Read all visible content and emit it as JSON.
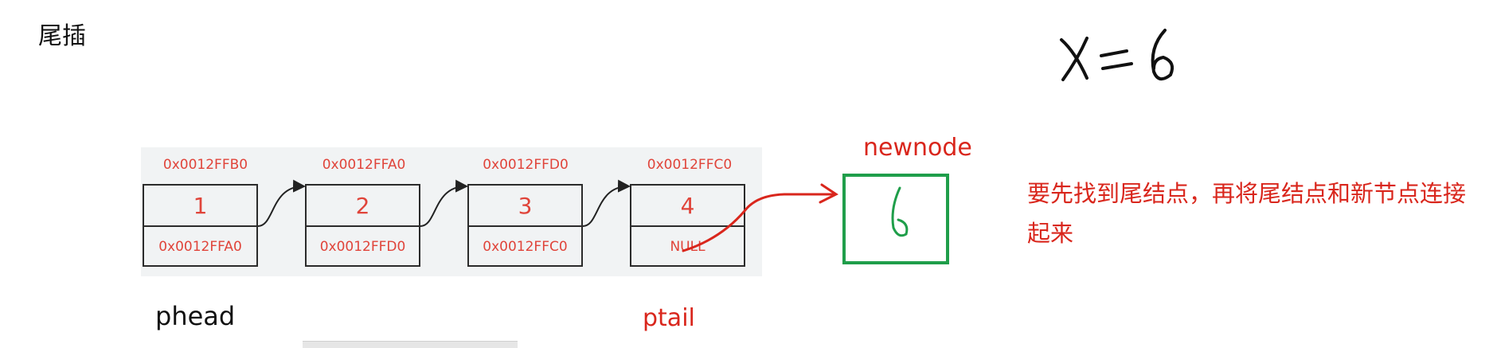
{
  "heading": "尾插",
  "handwritten_assign": "X = 6",
  "nodes": [
    {
      "address": "0x0012FFB0",
      "value": "1",
      "next": "0x0012FFA0"
    },
    {
      "address": "0x0012FFA0",
      "value": "2",
      "next": "0x0012FFD0"
    },
    {
      "address": "0x0012FFD0",
      "value": "3",
      "next": "0x0012FFC0"
    },
    {
      "address": "0x0012FFC0",
      "value": "4",
      "next": "NULL"
    }
  ],
  "labels": {
    "phead": "phead",
    "ptail": "ptail",
    "newnode": "newnode"
  },
  "newnode_value": "6",
  "note": "要先找到尾结点，再将尾结点和新节点连接起来",
  "colors": {
    "red": "#d9261c",
    "green": "#1f9e4a",
    "panel": "#f1f3f4"
  }
}
